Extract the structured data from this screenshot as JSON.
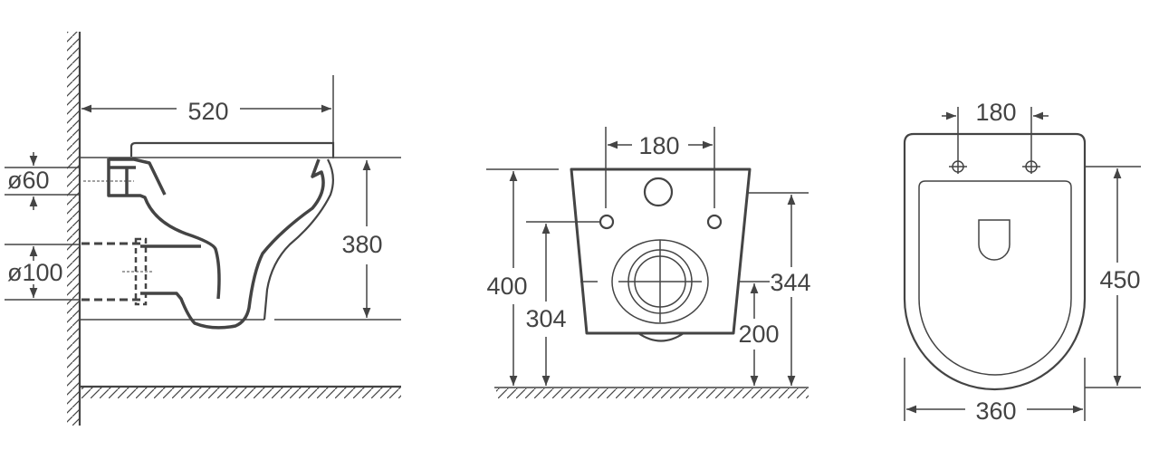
{
  "side_view": {
    "width_label": "520",
    "height_label": "380",
    "inlet_diameter_label": "ø60",
    "outlet_diameter_label": "ø100"
  },
  "rear_view": {
    "tank_hole_spacing_label": "180",
    "total_height_label": "400",
    "mount_hole_height_label": "304",
    "top_height_label": "344",
    "outlet_height_label": "200"
  },
  "top_view": {
    "hole_spacing_label": "180",
    "length_label": "450",
    "width_label": "360"
  },
  "colors": {
    "line": "#444444"
  }
}
